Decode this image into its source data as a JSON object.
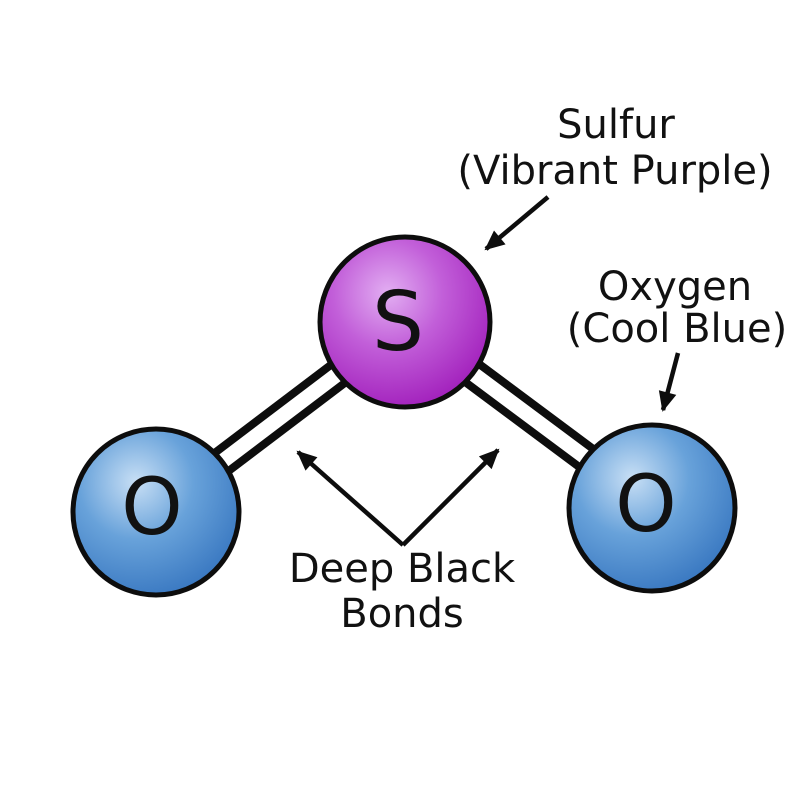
{
  "diagram": {
    "kind": "molecular-structure",
    "molecule": "SO2"
  },
  "molecule": {
    "atoms": {
      "sulfur": {
        "symbol": "S"
      },
      "oxygen_left": {
        "symbol": "O"
      },
      "oxygen_right": {
        "symbol": "O"
      }
    },
    "bonds": [
      {
        "from": "sulfur",
        "to": "oxygen_left",
        "type": "double"
      },
      {
        "from": "sulfur",
        "to": "oxygen_right",
        "type": "double"
      }
    ]
  },
  "annotations": {
    "sulfur": {
      "lines": [
        "Sulfur",
        "(Vibrant Purple)"
      ]
    },
    "oxygen": {
      "lines": [
        "Oxygen",
        "(Cool Blue)"
      ]
    },
    "bonds": {
      "lines": [
        "Deep Black",
        "Bonds"
      ]
    }
  },
  "colors": {
    "background": "#ffffff",
    "text": "#111111",
    "outline": "#0d0d0d",
    "bond": "#0d0d0d",
    "arrow": "#0d0d0d",
    "sulfur": {
      "highlight": "#e2aef2",
      "mid": "#c25fd9",
      "edge": "#990fb4"
    },
    "oxygen": {
      "highlight": "#c8dff5",
      "mid": "#68a2da",
      "edge": "#2c6cba"
    }
  }
}
